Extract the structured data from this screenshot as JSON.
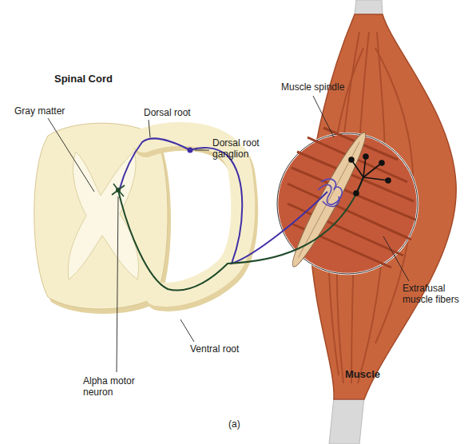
{
  "diagram": {
    "labels": [
      "Spinal Cord",
      "Gray matter",
      "Dorsal root",
      "Dorsal root ganglion",
      "Muscle spindle",
      "Extrafusal muscle fibers",
      "Ventral root",
      "Alpha motor neuron",
      "Muscle",
      "(a)"
    ]
  }
}
